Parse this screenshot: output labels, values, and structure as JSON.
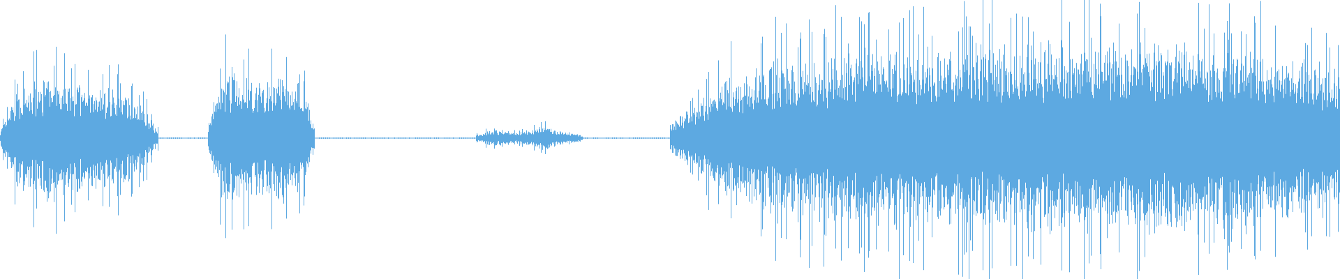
{
  "waveform": {
    "color": "#5DA9E1",
    "background": "#FFFFFF",
    "segments": [
      {
        "kind": "speech",
        "start": 0.0,
        "end": 0.118,
        "envelope": [
          0.05,
          0.3,
          0.38,
          0.42,
          0.44,
          0.4,
          0.38,
          0.36,
          0.34,
          0.3,
          0.22,
          0.05
        ]
      },
      {
        "kind": "silence",
        "start": 0.118,
        "end": 0.155
      },
      {
        "kind": "speech",
        "start": 0.155,
        "end": 0.235,
        "envelope": [
          0.1,
          0.4,
          0.45,
          0.44,
          0.42,
          0.4,
          0.42,
          0.43,
          0.44,
          0.46,
          0.3,
          0.08
        ]
      },
      {
        "kind": "silence",
        "start": 0.235,
        "end": 0.355
      },
      {
        "kind": "speech",
        "start": 0.355,
        "end": 0.435,
        "envelope": [
          0.02,
          0.05,
          0.06,
          0.05,
          0.04,
          0.05,
          0.07,
          0.09,
          0.06,
          0.05,
          0.04,
          0.02
        ]
      },
      {
        "kind": "silence",
        "start": 0.435,
        "end": 0.5
      },
      {
        "kind": "speech",
        "start": 0.5,
        "end": 1.0,
        "envelope": [
          0.1,
          0.45,
          0.55,
          0.6,
          0.62,
          0.65,
          0.66,
          0.68,
          0.66,
          0.63,
          0.6,
          0.5
        ]
      }
    ]
  }
}
